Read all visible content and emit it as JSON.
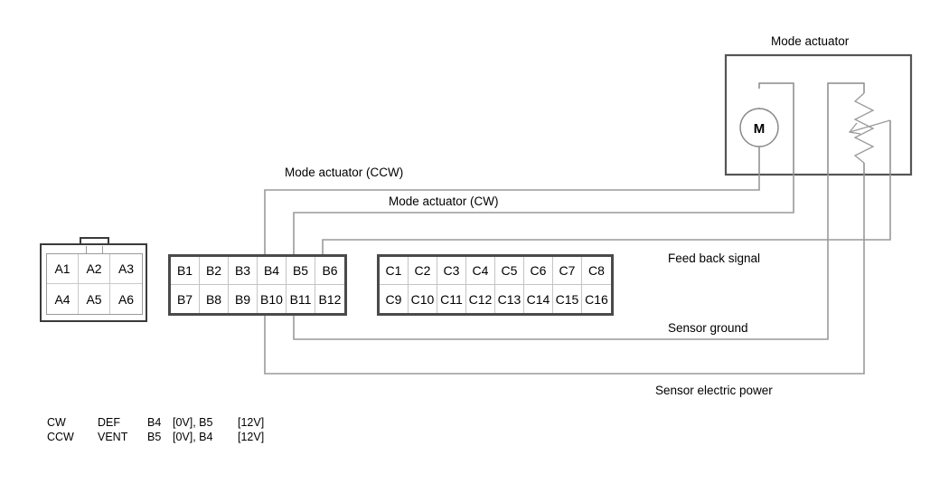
{
  "diagram": {
    "title_component": "Mode actuator",
    "component_symbols": {
      "motor_label": "M",
      "potentiometer": "variable-resistor"
    },
    "wire_labels": [
      "Mode actuator (CCW)",
      "Mode actuator (CW)",
      "Feed back signal",
      "Sensor ground",
      "Sensor electric power"
    ],
    "connector_a": {
      "name": "connector-a",
      "rows": [
        [
          "A1",
          "A2",
          "A3"
        ],
        [
          "A4",
          "A5",
          "A6"
        ]
      ]
    },
    "connector_b": {
      "name": "connector-b",
      "rows": [
        [
          "B1",
          "B2",
          "B3",
          "B4",
          "B5",
          "B6"
        ],
        [
          "B7",
          "B8",
          "B9",
          "B10",
          "B11",
          "B12"
        ]
      ]
    },
    "connector_c": {
      "name": "connector-c",
      "rows": [
        [
          "C1",
          "C2",
          "C3",
          "C4",
          "C5",
          "C6",
          "C7",
          "C8"
        ],
        [
          "C9",
          "C10",
          "C11",
          "C12",
          "C13",
          "C14",
          "C15",
          "C16"
        ]
      ]
    },
    "legend": {
      "rows": [
        {
          "direction": "CW",
          "mode": "DEF",
          "pin_low": "B4",
          "volt_low": "[0V], B5",
          "volt_high": "[12V]"
        },
        {
          "direction": "CCW",
          "mode": "VENT",
          "pin_low": "B5",
          "volt_low": "[0V], B4",
          "volt_high": "[12V]"
        }
      ]
    },
    "colors": {
      "wire": "#9a9a9a",
      "wire_dark": "#6e6e6e",
      "box_border": "#555555",
      "connector_border": "#4a4a4a",
      "background": "#ffffff",
      "text": "#000000"
    }
  }
}
